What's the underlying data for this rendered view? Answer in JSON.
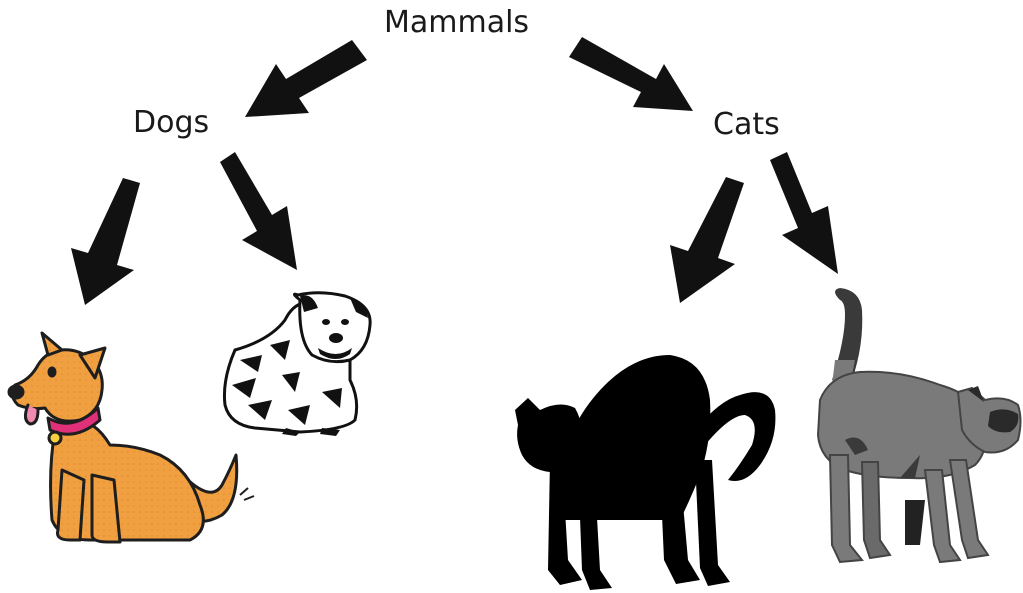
{
  "diagram": {
    "root": {
      "label": "Mammals"
    },
    "branches": [
      {
        "label": "Dogs",
        "children": [
          "orange-dog-illustration",
          "bulldog-illustration"
        ]
      },
      {
        "label": "Cats",
        "children": [
          "black-cat-illustration",
          "gray-cat-illustration"
        ]
      }
    ]
  },
  "colors": {
    "arrow": "#111111",
    "orange_dog": "#f0a040",
    "dog_outline": "#1e1e1e",
    "collar": "#e0307a",
    "black_cat": "#000000",
    "gray_cat": "#7a7a7a",
    "gray_cat_dark": "#3a3a3a"
  }
}
